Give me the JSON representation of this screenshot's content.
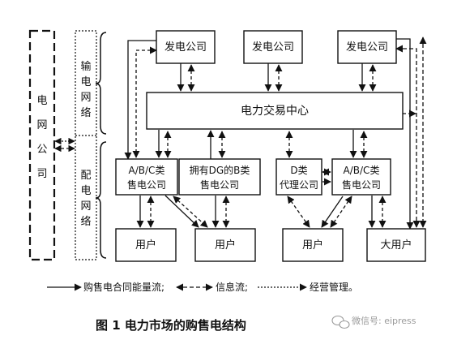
{
  "diagram": {
    "left_label": [
      "电",
      "网",
      "公",
      "司"
    ],
    "transmission_label": [
      "输",
      "电",
      "网",
      "络"
    ],
    "distribution_label": [
      "配",
      "电",
      "网",
      "络"
    ],
    "generators": [
      "发电公司",
      "发电公司",
      "发电公司"
    ],
    "trading_center": "电力交易中心",
    "retailers": [
      {
        "line1": "A/B/C类",
        "line2": "售电公司"
      },
      {
        "line1": "拥有DG的B类",
        "line2": "售电公司"
      },
      {
        "line1": "D类",
        "line2": "代理公司"
      },
      {
        "line1": "A/B/C类",
        "line2": "售电公司"
      }
    ],
    "users": [
      "用户",
      "用户",
      "用户",
      "大用户"
    ]
  },
  "legend": {
    "solid": "购售电合同能量流;",
    "dashed": "信息流;",
    "dotted": "经营管理。"
  },
  "caption": "图 1   电力市场的购售电结构",
  "watermark": "微信号: eipress"
}
